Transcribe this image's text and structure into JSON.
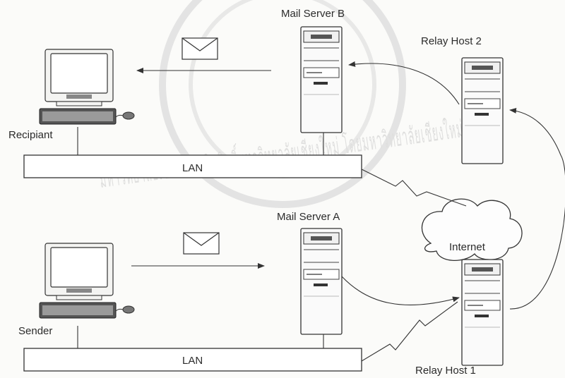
{
  "labels": {
    "recipient": "Recipiant",
    "sender": "Sender",
    "mail_server_a": "Mail Server A",
    "mail_server_b": "Mail Server B",
    "relay_host_1": "Relay Host 1",
    "relay_host_2": "Relay Host 2",
    "internet": "Internet",
    "lan_top": "LAN",
    "lan_bottom": "LAN"
  },
  "watermark": {
    "text": "มหาวิทยาลัยเชียงใหม่ ลิขสิทธิ์มหาวิทยาลัยเชียงใหม่ โดยมหาวิทยาลัยเชียงใหม่"
  },
  "icons": {
    "computer": "computer-icon",
    "server": "server-tower-icon",
    "envelope": "envelope-icon",
    "cloud": "cloud-icon",
    "link": "lightning-link-icon"
  }
}
